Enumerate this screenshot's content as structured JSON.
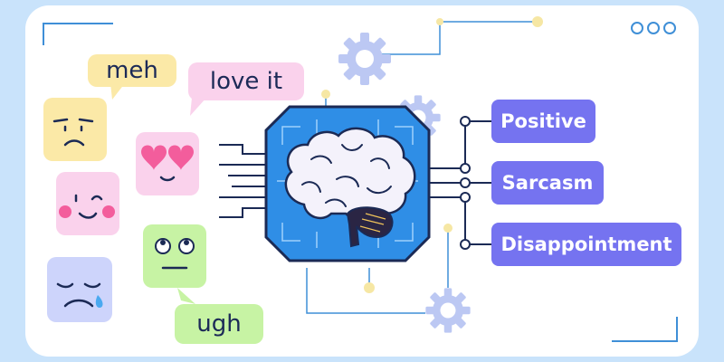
{
  "bubbles": {
    "meh": "meh",
    "love": "love it",
    "ugh": "ugh"
  },
  "labels": [
    "Positive",
    "Sarcasm",
    "Disappointment"
  ],
  "icons": [
    "window-dots-icon",
    "gear-icon",
    "brain-chip-icon",
    "emoji-face-icon"
  ],
  "colors": {
    "background": "#c9e3fb",
    "card": "#ffffff",
    "label_fill": "#7573f0",
    "chip_fill": "#2f8ee6",
    "chip_outline": "#1b2a55",
    "brain_fill": "#f4f2fb",
    "gear": "#bcc8f3",
    "dot": "#f6e7a4",
    "meh_bubble": "#fbe9a7",
    "love_bubble": "#fad2ec",
    "ugh_bubble": "#c7f3a4",
    "face_yellow": "#fbe9a7",
    "face_pink": "#fad2ec",
    "face_green": "#c7f3a4",
    "face_blue": "#cdd4fb",
    "accent_cyan": "#3f8fd7"
  }
}
